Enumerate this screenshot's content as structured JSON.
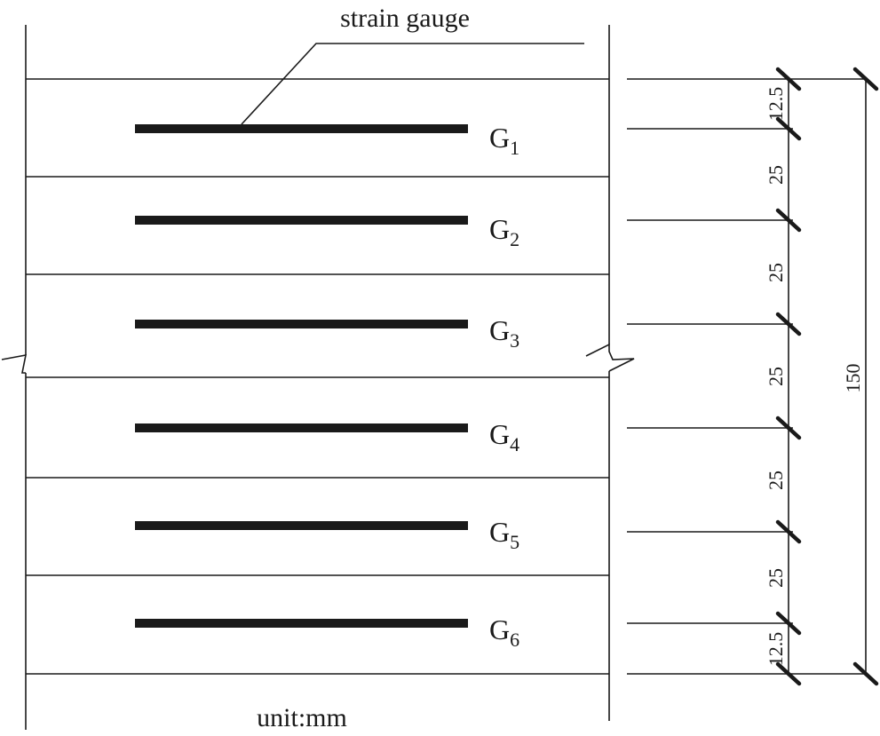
{
  "title": "strain gauge",
  "unit": "unit:mm",
  "gauges": [
    {
      "base": "G",
      "sub": "1"
    },
    {
      "base": "G",
      "sub": "2"
    },
    {
      "base": "G",
      "sub": "3"
    },
    {
      "base": "G",
      "sub": "4"
    },
    {
      "base": "G",
      "sub": "5"
    },
    {
      "base": "G",
      "sub": "6"
    }
  ],
  "dimensions": [
    "12.5",
    "25",
    "25",
    "25",
    "25",
    "25",
    "12.5"
  ],
  "total": "150"
}
